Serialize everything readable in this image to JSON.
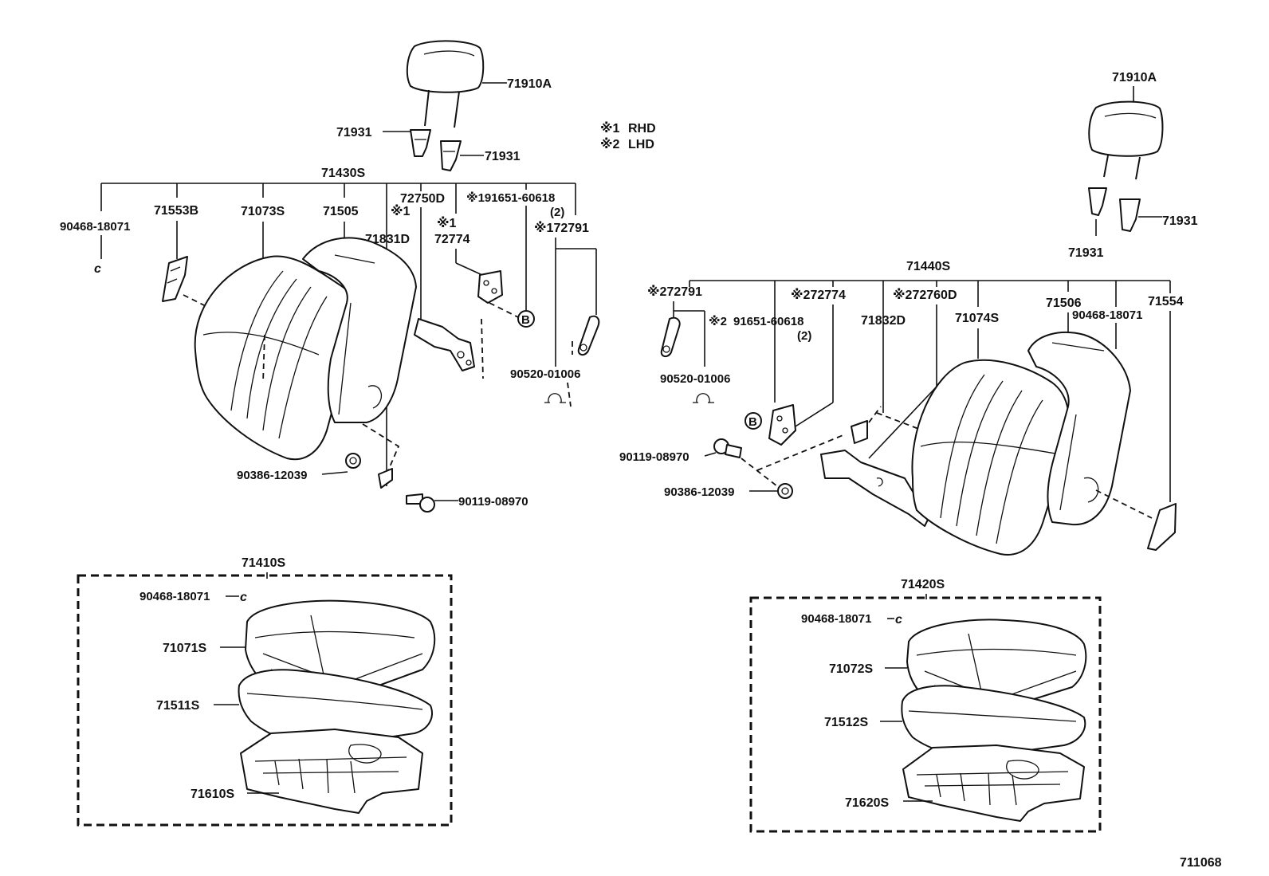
{
  "diagram_id": "711068",
  "legend": [
    {
      "mark": "※1",
      "text": "RHD"
    },
    {
      "mark": "※2",
      "text": "LHD"
    }
  ],
  "left_seat": {
    "headrest": "71910A",
    "support_left": "71931",
    "support_right": "71931",
    "back_assembly": "71430S",
    "back_parts": {
      "clip": "90468-18071",
      "panel": "71553B",
      "cover": "71073S",
      "pad": "71505",
      "frame": "71831D",
      "frame_mark": "※1",
      "adjuster": "72750D",
      "recliner_mark": "※1",
      "recliner": "72774",
      "screw": "※191651-60618",
      "screw_qty": "(2)",
      "lever": "※172791",
      "spring": "90520-01006",
      "nut": "90386-12039",
      "bolt": "90119-08970",
      "b_marker": "B"
    },
    "cushion_assembly": "71410S",
    "cushion_parts": {
      "clip": "90468-18071",
      "cover": "71071S",
      "pad": "71511S",
      "frame": "71610S"
    }
  },
  "right_seat": {
    "headrest": "71910A",
    "support_right": "71931",
    "support_bottom": "71931",
    "back_assembly": "71440S",
    "back_parts": {
      "lever": "※272791",
      "screw_mark": "※2",
      "screw": "91651-60618",
      "screw_qty": "(2)",
      "spring": "90520-01006",
      "recliner": "※272774",
      "adjuster": "※272760D",
      "frame": "71832D",
      "cover": "71074S",
      "pad": "71506",
      "clip": "90468-18071",
      "panel": "71554",
      "bolt": "90119-08970",
      "nut": "90386-12039",
      "b_marker": "B"
    },
    "cushion_assembly": "71420S",
    "cushion_parts": {
      "clip": "90468-18071",
      "cover": "71072S",
      "pad": "71512S",
      "frame": "71620S"
    }
  }
}
